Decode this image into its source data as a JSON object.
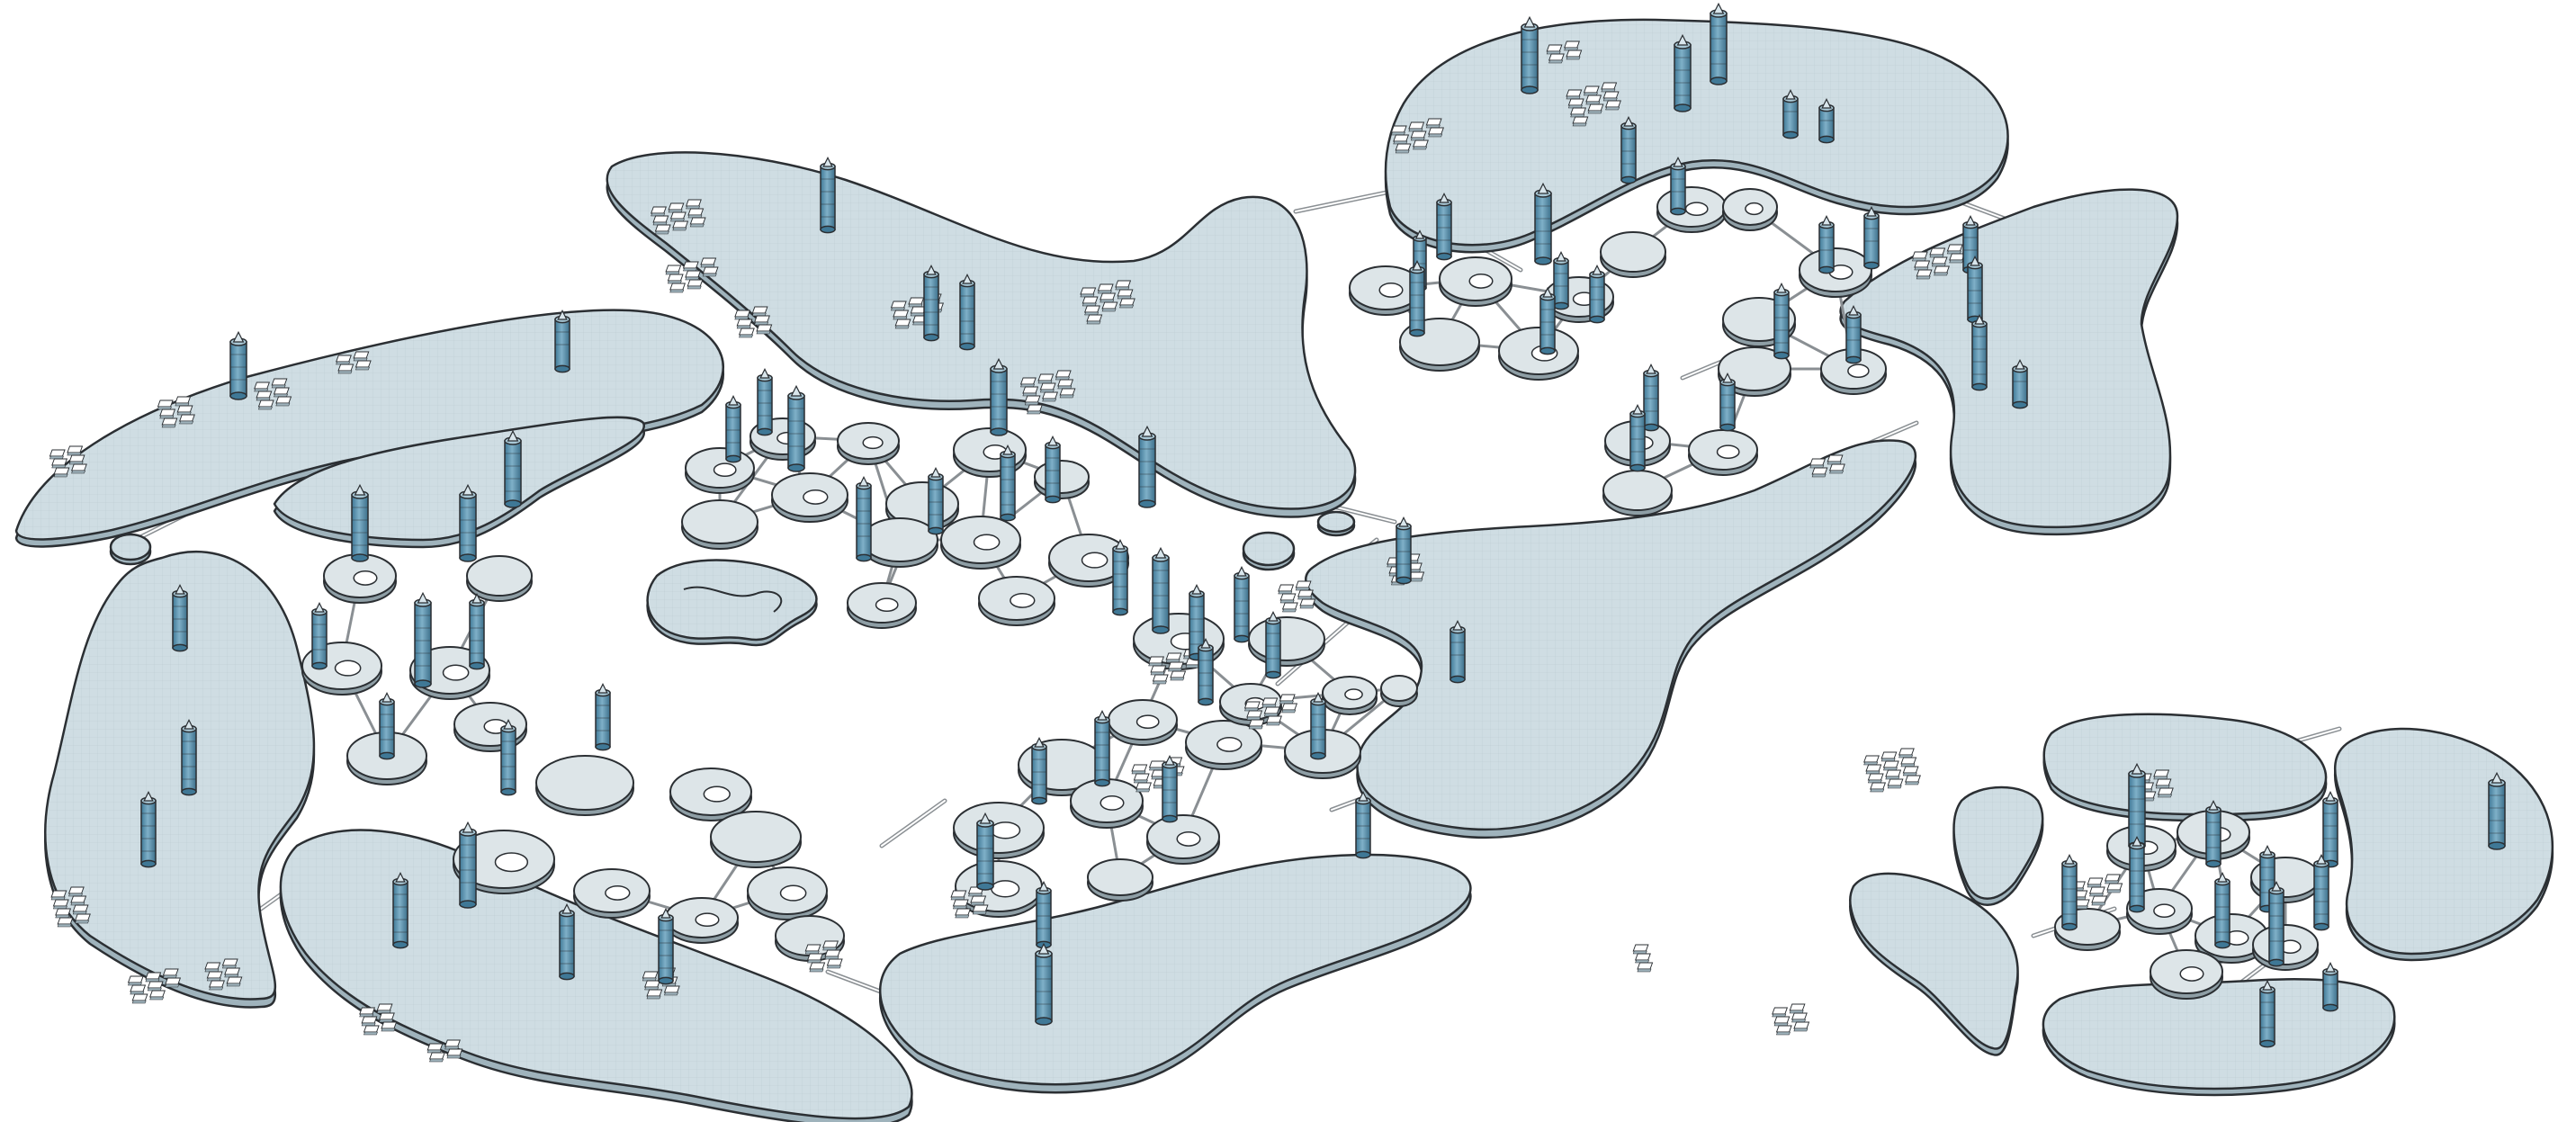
{
  "figure": {
    "kind": "axonometric masterplan illustration",
    "printed_text": [],
    "colors": {
      "background": "#ffffff",
      "island_fill": "#cfdde3",
      "island_shade": "#9fb3bc",
      "pad_fill": "#dde5e8",
      "pad_shade": "#8e9ea5",
      "bridge": "#8a8f93",
      "tower": "#4f8aa8",
      "tower_light": "#a9c8d6",
      "outline": "#2b2f33"
    }
  },
  "islands": [
    {
      "id": "west-upper"
    },
    {
      "id": "west-lower"
    },
    {
      "id": "southwest"
    },
    {
      "id": "north-center"
    },
    {
      "id": "north-east"
    },
    {
      "id": "east"
    },
    {
      "id": "center-east"
    },
    {
      "id": "south-center"
    },
    {
      "id": "cluster-north"
    },
    {
      "id": "cluster-west"
    },
    {
      "id": "cluster-south"
    },
    {
      "id": "cluster-east"
    },
    {
      "id": "cluster-southwest"
    }
  ],
  "pad_groups": [
    {
      "id": "pads-west"
    },
    {
      "id": "pads-southwest"
    },
    {
      "id": "pads-center"
    },
    {
      "id": "pads-south"
    },
    {
      "id": "pads-southeast"
    },
    {
      "id": "pads-north"
    },
    {
      "id": "pads-northeast"
    },
    {
      "id": "pads-cluster"
    }
  ]
}
